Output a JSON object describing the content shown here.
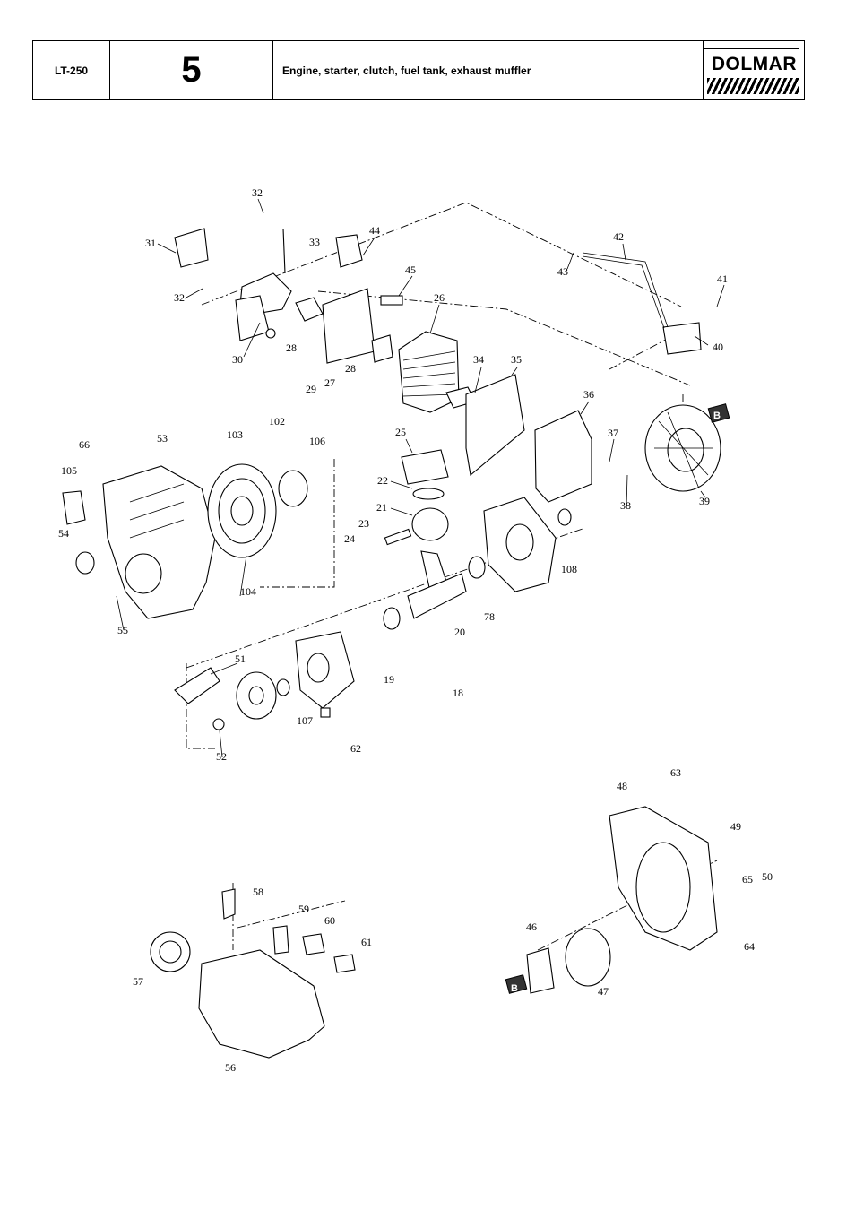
{
  "header": {
    "model": "LT-250",
    "section_number": "5",
    "title": "Engine, starter, clutch, fuel tank, exhaust muffler",
    "brand": "DOLMAR"
  },
  "callouts": [
    "32",
    "31",
    "33",
    "44",
    "42",
    "45",
    "32",
    "26",
    "43",
    "41",
    "30",
    "28",
    "40",
    "28",
    "29",
    "27",
    "34",
    "35",
    "B",
    "36",
    "102",
    "103",
    "106",
    "66",
    "53",
    "37",
    "105",
    "25",
    "22",
    "21",
    "38",
    "39",
    "54",
    "23",
    "24",
    "108",
    "104",
    "55",
    "78",
    "20",
    "51",
    "19",
    "18",
    "107",
    "52",
    "62",
    "63",
    "48",
    "49",
    "58",
    "65",
    "50",
    "59",
    "60",
    "64",
    "61",
    "46",
    "57",
    "B",
    "47",
    "56"
  ]
}
